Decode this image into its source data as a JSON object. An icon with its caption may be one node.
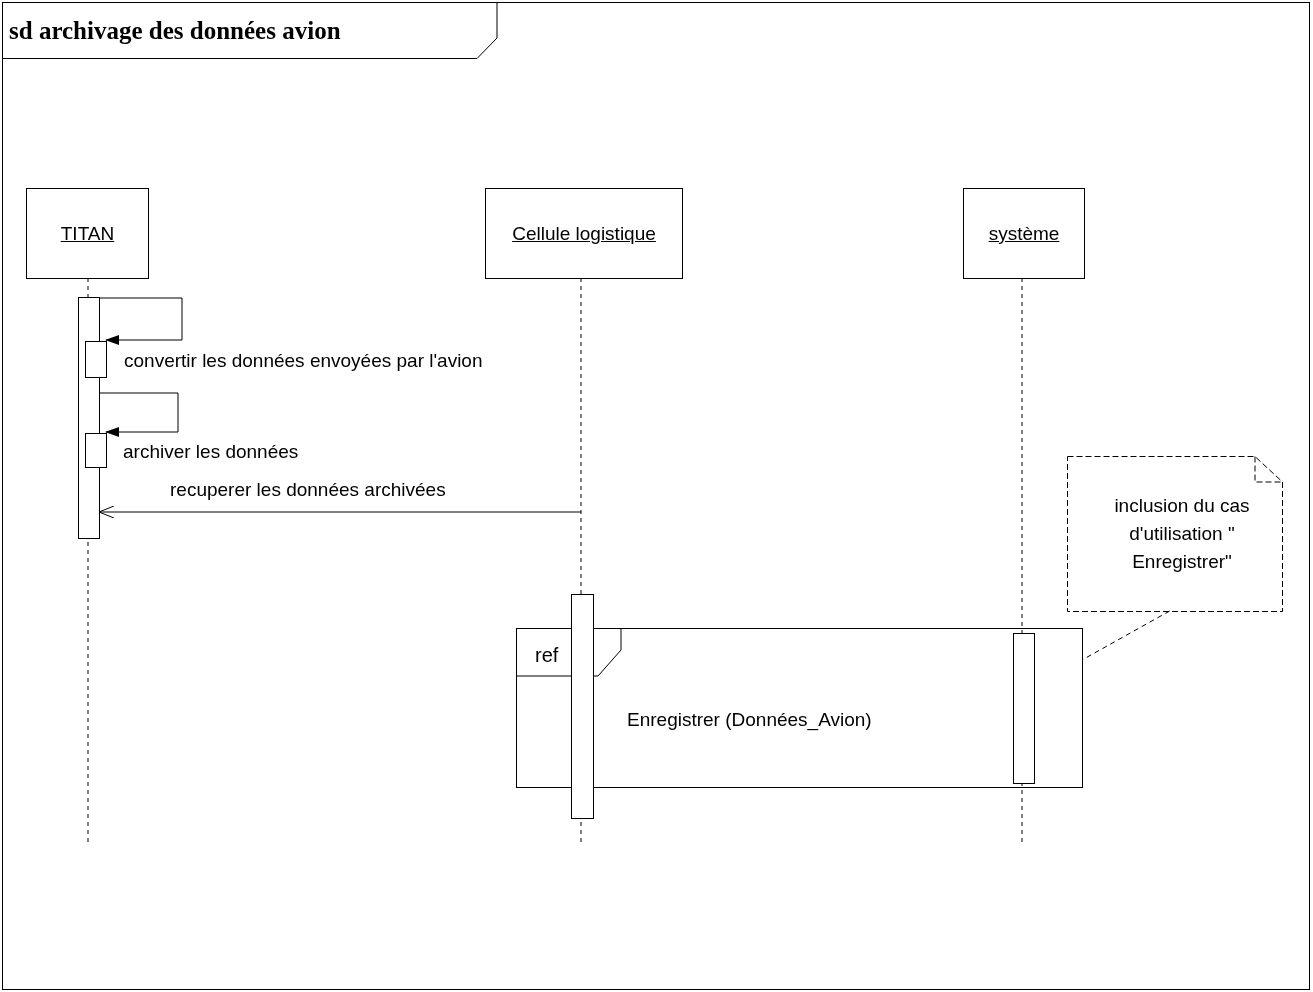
{
  "diagram": {
    "nodes": [
      {
        "text": [
          "sd archivage des données avion"
        ]
      },
      {
        "text": [
          "TITAN"
        ],
        "in": 0
      },
      {
        "text": [
          "Cellule logistique"
        ],
        "in": 0
      },
      {
        "text": [
          "système"
        ],
        "in": 0
      },
      {
        "text": [],
        "shape": "bar",
        "in": 0
      },
      {
        "text": [],
        "shape": "bar",
        "in": 0
      },
      {
        "text": [],
        "shape": "bar",
        "in": 0
      },
      {
        "text": [],
        "shape": "bar",
        "in": 0
      },
      {
        "text": [
          "ref",
          "Enregistrer (Données_Avion)"
        ],
        "in": 0
      },
      {
        "text": [],
        "shape": "bar",
        "in": 8
      },
      {
        "text": [
          "inclusion du cas d'utilisation \" Enregistrer\""
        ],
        "in": 0
      }
    ],
    "edges": [
      {
        "from": 4,
        "to": 5,
        "arrow": "to",
        "label": "convertir les données envoyées par l'avion"
      },
      {
        "from": 4,
        "to": 6,
        "arrow": "to",
        "label": "archiver les données"
      },
      {
        "from": null,
        "to": 4,
        "arrow": "to",
        "label": "recuperer les données archivées"
      },
      {
        "from": 10,
        "to": 8,
        "arrow": "none",
        "style": "dashed"
      }
    ]
  }
}
